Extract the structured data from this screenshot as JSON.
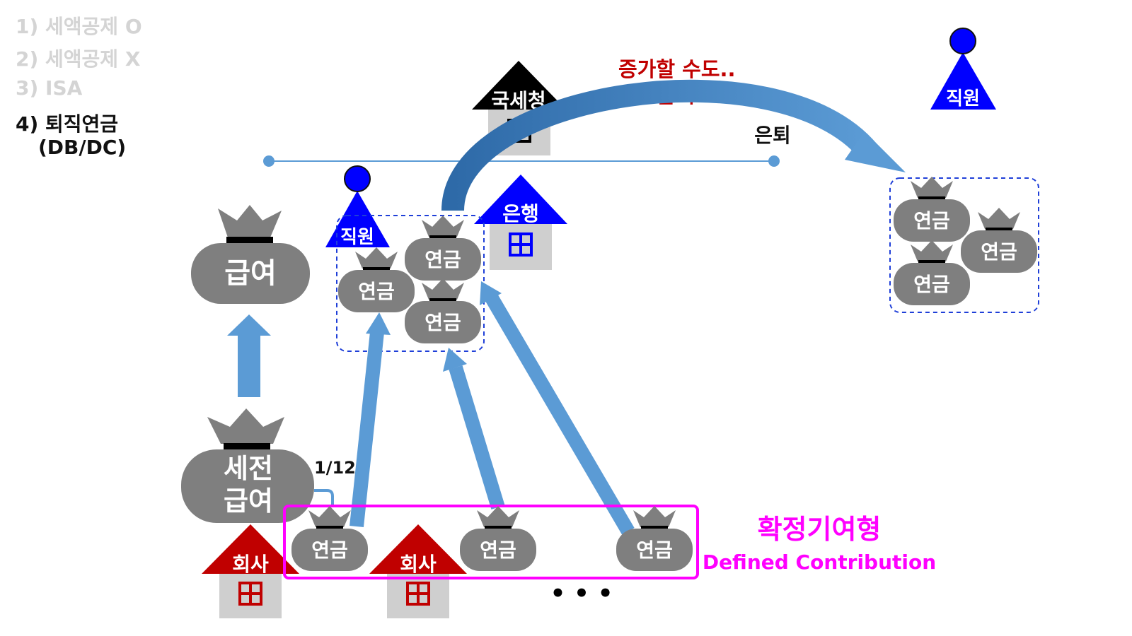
{
  "menu": {
    "items": [
      {
        "label": "1) 세액공제 O",
        "state": "dim"
      },
      {
        "label": "2) 세액공제 X",
        "state": "dim"
      },
      {
        "label": "3) ISA",
        "state": "dim"
      },
      {
        "label": "4) 퇴직연금",
        "state": "active"
      }
    ],
    "active_sub": "(DB/DC)"
  },
  "labels": {
    "salary": "급여",
    "pretax_line1": "세전",
    "pretax_line2": "급여",
    "ratio": "1/12",
    "pension": "연금",
    "company": "회사",
    "employee": "직원",
    "bank": "은행",
    "tax_office": "국세청",
    "retire": "은퇴",
    "note_line1": "증가할 수도..",
    "note_line2": "감소할 수도..",
    "dc_title": "확정기여형",
    "dc_subtitle": "Defined Contribution",
    "ellipsis": "• • •"
  },
  "colors": {
    "sack": "#7f7f7f",
    "arrow": "#5b9bd5",
    "company": "#c00000",
    "bank": "#0000ff",
    "tax_office": "#000000",
    "building_body": "#cfcfcf",
    "highlight_box": "#ff00ff",
    "note_text": "#c00000",
    "dashed_box": "#1f3fd8"
  },
  "icons": {
    "sack": "money-bag-icon",
    "building": "house-icon",
    "person": "person-icon"
  }
}
